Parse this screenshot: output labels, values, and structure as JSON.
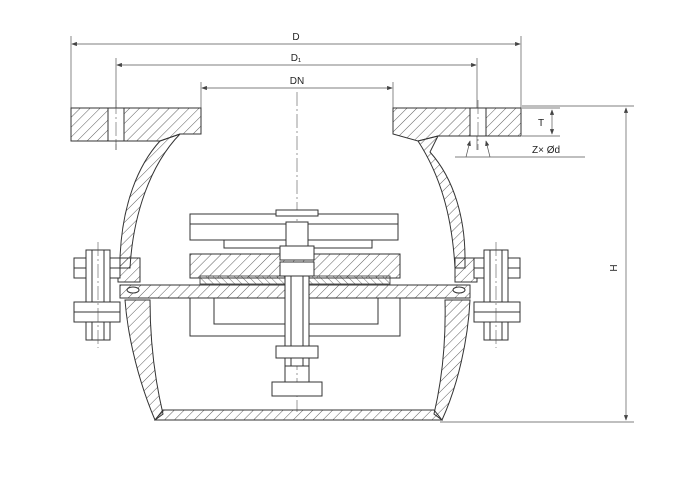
{
  "labels": {
    "d": "D",
    "d1": "D₁",
    "dn": "DN",
    "t": "T",
    "bolt_holes": "Z× Ød",
    "h": "H"
  },
  "colors": {
    "line": "#333333",
    "background": "#ffffff"
  }
}
